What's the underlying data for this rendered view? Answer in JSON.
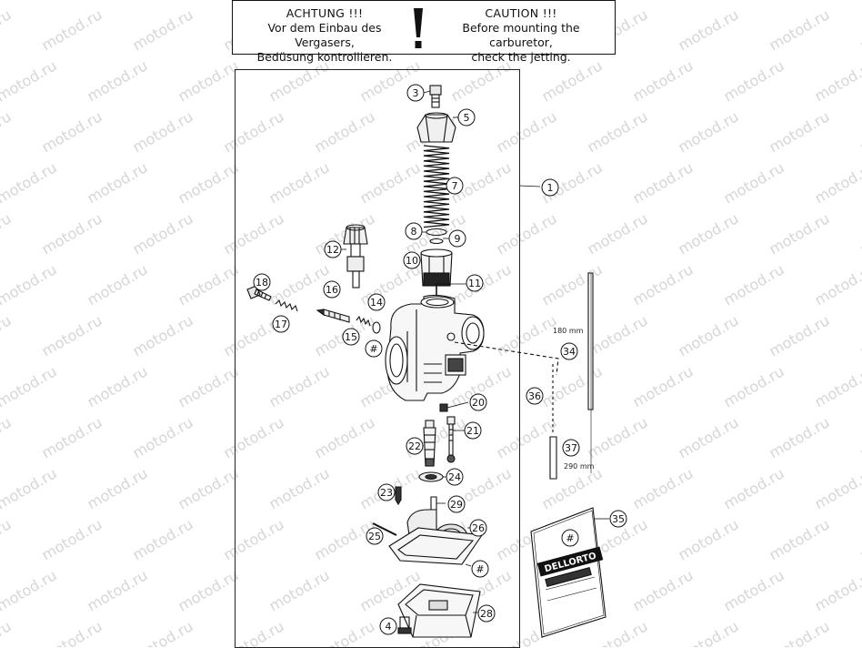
{
  "caution": {
    "de_title": "ACHTUNG !!!",
    "de_line1": "Vor dem Einbau des Vergasers,",
    "de_line2": "Bedüsung kontrollieren.",
    "en_title": "CAUTION !!!",
    "en_line1": "Before mounting the carburetor,",
    "en_line2": "check the jetting."
  },
  "watermark": "motod.ru",
  "dimensions": {
    "short_tube": "180 mm",
    "long_tube": "290 mm"
  },
  "brand_logo": "DELLORTO",
  "callouts": [
    {
      "id": "c1",
      "label": "1"
    },
    {
      "id": "c3",
      "label": "3"
    },
    {
      "id": "c4",
      "label": "4"
    },
    {
      "id": "c5",
      "label": "5"
    },
    {
      "id": "c7",
      "label": "7"
    },
    {
      "id": "c8",
      "label": "8"
    },
    {
      "id": "c9",
      "label": "9"
    },
    {
      "id": "c10",
      "label": "10"
    },
    {
      "id": "c11",
      "label": "11"
    },
    {
      "id": "c12",
      "label": "12"
    },
    {
      "id": "c14",
      "label": "14"
    },
    {
      "id": "c15",
      "label": "15"
    },
    {
      "id": "c16",
      "label": "16"
    },
    {
      "id": "c17",
      "label": "17"
    },
    {
      "id": "c18",
      "label": "18"
    },
    {
      "id": "c20",
      "label": "20"
    },
    {
      "id": "c21",
      "label": "21"
    },
    {
      "id": "c22",
      "label": "22"
    },
    {
      "id": "c23",
      "label": "23"
    },
    {
      "id": "c24",
      "label": "24"
    },
    {
      "id": "c25",
      "label": "25"
    },
    {
      "id": "c26",
      "label": "26"
    },
    {
      "id": "c28",
      "label": "28"
    },
    {
      "id": "c29",
      "label": "29"
    },
    {
      "id": "c34",
      "label": "34"
    },
    {
      "id": "c35",
      "label": "35"
    },
    {
      "id": "c36",
      "label": "36"
    },
    {
      "id": "c37",
      "label": "37"
    },
    {
      "id": "h1",
      "label": "#"
    },
    {
      "id": "h2",
      "label": "#"
    },
    {
      "id": "h3",
      "label": "#"
    }
  ]
}
